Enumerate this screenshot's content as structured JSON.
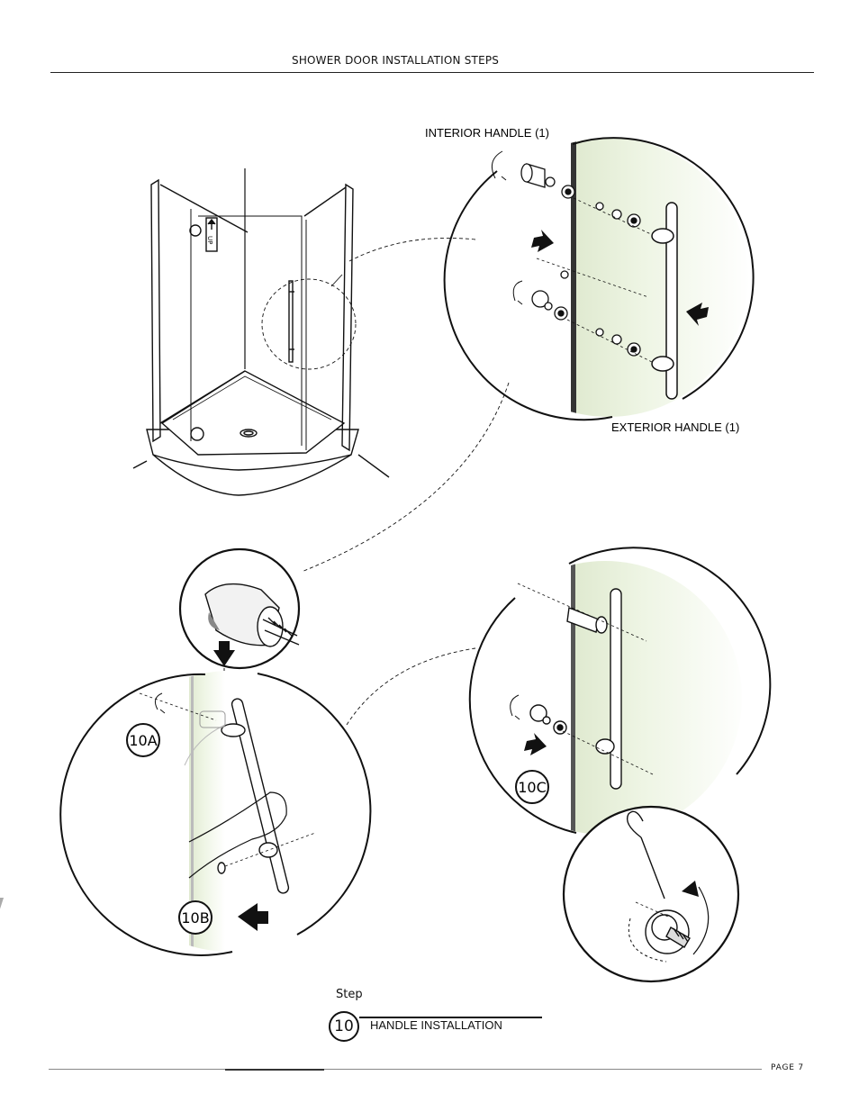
{
  "header": {
    "title": "SHOWER DOOR INSTALLATION STEPS"
  },
  "labels": {
    "interior_handle": "INTERIOR HANDLE (1)",
    "exterior_handle": "EXTERIOR HANDLE (1)",
    "up_tag": "UP"
  },
  "badges": {
    "a": "10A",
    "b": "10B",
    "c": "10C"
  },
  "step": {
    "word": "Step",
    "number": "10",
    "title": "HANDLE INSTALLATION"
  },
  "footer": {
    "page": "PAGE 7"
  },
  "colors": {
    "ink": "#111111",
    "glass_tint": "#eef5e4"
  }
}
